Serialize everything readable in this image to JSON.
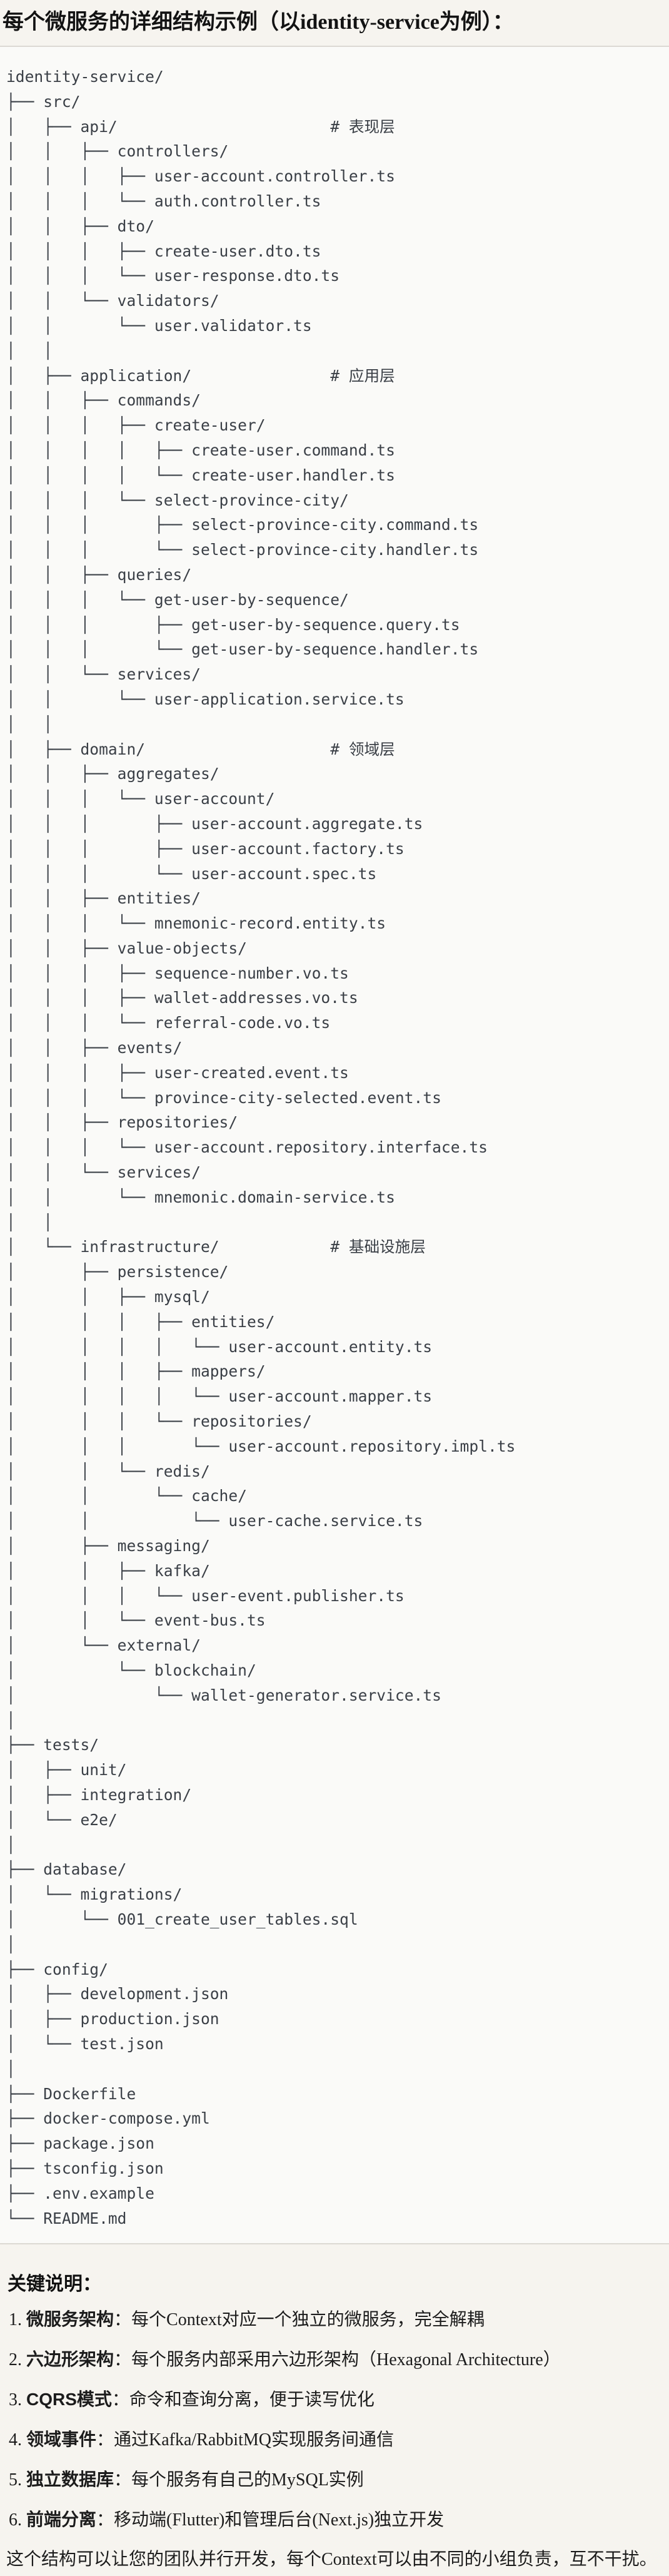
{
  "title": "每个微服务的详细结构示例（以identity-service为例）：",
  "code": {
    "lines": [
      "identity-service/",
      "├── src/",
      "│   ├── api/                       # 表现层",
      "│   │   ├── controllers/",
      "│   │   │   ├── user-account.controller.ts",
      "│   │   │   └── auth.controller.ts",
      "│   │   ├── dto/",
      "│   │   │   ├── create-user.dto.ts",
      "│   │   │   └── user-response.dto.ts",
      "│   │   └── validators/",
      "│   │       └── user.validator.ts",
      "│   │",
      "│   ├── application/               # 应用层",
      "│   │   ├── commands/",
      "│   │   │   ├── create-user/",
      "│   │   │   │   ├── create-user.command.ts",
      "│   │   │   │   └── create-user.handler.ts",
      "│   │   │   └── select-province-city/",
      "│   │   │       ├── select-province-city.command.ts",
      "│   │   │       └── select-province-city.handler.ts",
      "│   │   ├── queries/",
      "│   │   │   └── get-user-by-sequence/",
      "│   │   │       ├── get-user-by-sequence.query.ts",
      "│   │   │       └── get-user-by-sequence.handler.ts",
      "│   │   └── services/",
      "│   │       └── user-application.service.ts",
      "│   │",
      "│   ├── domain/                    # 领域层",
      "│   │   ├── aggregates/",
      "│   │   │   └── user-account/",
      "│   │   │       ├── user-account.aggregate.ts",
      "│   │   │       ├── user-account.factory.ts",
      "│   │   │       └── user-account.spec.ts",
      "│   │   ├── entities/",
      "│   │   │   └── mnemonic-record.entity.ts",
      "│   │   ├── value-objects/",
      "│   │   │   ├── sequence-number.vo.ts",
      "│   │   │   ├── wallet-addresses.vo.ts",
      "│   │   │   └── referral-code.vo.ts",
      "│   │   ├── events/",
      "│   │   │   ├── user-created.event.ts",
      "│   │   │   └── province-city-selected.event.ts",
      "│   │   ├── repositories/",
      "│   │   │   └── user-account.repository.interface.ts",
      "│   │   └── services/",
      "│   │       └── mnemonic.domain-service.ts",
      "│   │",
      "│   └── infrastructure/            # 基础设施层",
      "│       ├── persistence/",
      "│       │   ├── mysql/",
      "│       │   │   ├── entities/",
      "│       │   │   │   └── user-account.entity.ts",
      "│       │   │   ├── mappers/",
      "│       │   │   │   └── user-account.mapper.ts",
      "│       │   │   └── repositories/",
      "│       │   │       └── user-account.repository.impl.ts",
      "│       │   └── redis/",
      "│       │       └── cache/",
      "│       │           └── user-cache.service.ts",
      "│       ├── messaging/",
      "│       │   ├── kafka/",
      "│       │   │   └── user-event.publisher.ts",
      "│       │   └── event-bus.ts",
      "│       └── external/",
      "│           └── blockchain/",
      "│               └── wallet-generator.service.ts",
      "│",
      "├── tests/",
      "│   ├── unit/",
      "│   ├── integration/",
      "│   └── e2e/",
      "│",
      "├── database/",
      "│   └── migrations/",
      "│       └── 001_create_user_tables.sql",
      "│",
      "├── config/",
      "│   ├── development.json",
      "│   ├── production.json",
      "│   └── test.json",
      "│",
      "├── Dockerfile",
      "├── docker-compose.yml",
      "├── package.json",
      "├── tsconfig.json",
      "├── .env.example",
      "└── README.md"
    ]
  },
  "notes": {
    "heading": "关键说明：",
    "items": [
      {
        "num": "1.",
        "term": "微服务架构",
        "desc": "：每个Context对应一个独立的微服务，完全解耦"
      },
      {
        "num": "2.",
        "term": "六边形架构",
        "desc": "：每个服务内部采用六边形架构（Hexagonal Architecture）"
      },
      {
        "num": "3.",
        "term": "CQRS模式",
        "desc": "：命令和查询分离，便于读写优化"
      },
      {
        "num": "4.",
        "term": "领域事件",
        "desc": "：通过Kafka/RabbitMQ实现服务间通信"
      },
      {
        "num": "5.",
        "term": "独立数据库",
        "desc": "：每个服务有自己的MySQL实例"
      },
      {
        "num": "6.",
        "term": "前端分离",
        "desc": "：移动端(Flutter)和管理后台(Next.js)独立开发"
      }
    ],
    "footer": "这个结构可以让您的团队并行开发，每个Context可以由不同的小组负责，互不干扰。"
  },
  "colors": {
    "page_bg": "#f6f4ef",
    "code_bg": "#fafaf8",
    "border": "#dcd9d3",
    "code_text": "#3a3f46",
    "text": "#141414"
  }
}
